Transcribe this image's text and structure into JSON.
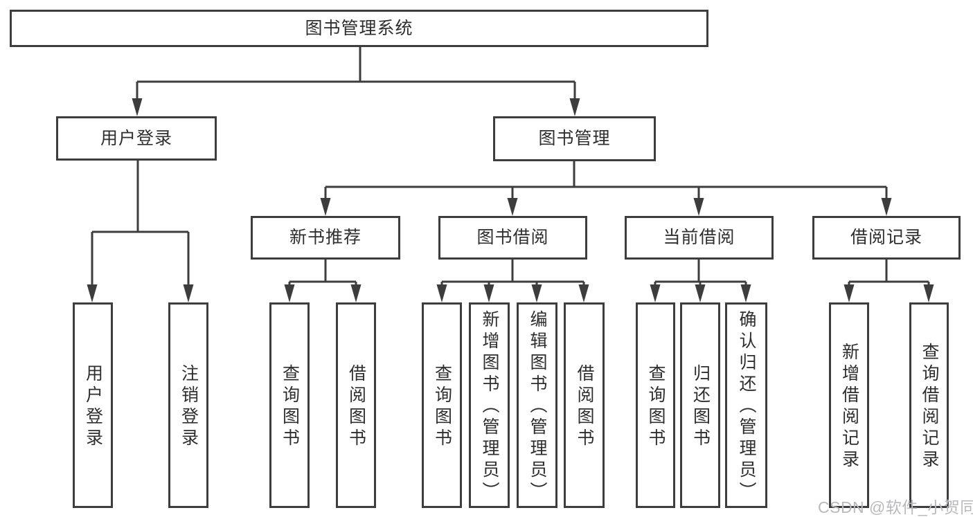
{
  "diagram": {
    "root": {
      "label": "图书管理系统"
    },
    "level2": [
      {
        "label": "用户登录"
      },
      {
        "label": "图书管理"
      }
    ],
    "level3": [
      {
        "label": "新书推荐"
      },
      {
        "label": "图书借阅"
      },
      {
        "label": "当前借阅"
      },
      {
        "label": "借阅记录"
      }
    ],
    "leaves": [
      {
        "label": "用户登录"
      },
      {
        "label": "注销登录"
      },
      {
        "label": "查询图书"
      },
      {
        "label": "借阅图书"
      },
      {
        "label": "查询图书"
      },
      {
        "label": "新增图书（管理员）"
      },
      {
        "label": "编辑图书（管理员）"
      },
      {
        "label": "借阅图书"
      },
      {
        "label": "查询图书"
      },
      {
        "label": "归还图书"
      },
      {
        "label": "确认归还（管理员）"
      },
      {
        "label": "新增借阅记录"
      },
      {
        "label": "查询借阅记录"
      }
    ]
  },
  "watermark": {
    "text": "CSDN @软件_小贺同学"
  },
  "colors": {
    "line": "#3d3d3d",
    "text": "#2e2e2e",
    "watermark": "#b9b9bd",
    "background": "#ffffff"
  }
}
